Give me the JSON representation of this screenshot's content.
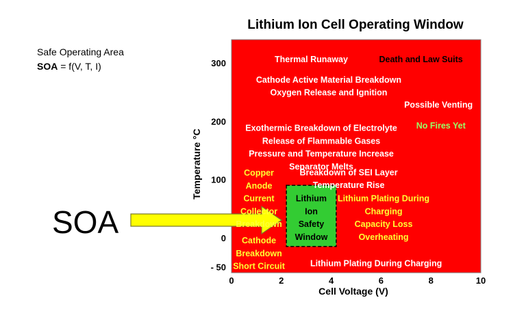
{
  "side_note": {
    "line1": "Safe Operating Area",
    "soa_bold": "SOA",
    "soa_rest": " = f(V, T, I)"
  },
  "soa_label": "SOA",
  "colors": {
    "danger_region": "#ff0000",
    "safe_window": "#33cc33",
    "white_text": "#ffffff",
    "yellow_text": "#ffff33",
    "light_green_text": "#99ff66",
    "arrow": "#ffff00"
  },
  "chart_data": {
    "type": "region-diagram",
    "title": "Lithium Ion Cell Operating Window",
    "xlabel": "Cell Voltage (V)",
    "ylabel": "Temperature °C",
    "xlim": [
      0,
      10
    ],
    "ylim": [
      -60,
      340
    ],
    "x_ticks": [
      "0",
      "2",
      "4",
      "6",
      "8",
      "10"
    ],
    "y_ticks": [
      "300",
      "200",
      "100",
      "0",
      "- 50"
    ],
    "regions": [
      {
        "name": "danger",
        "x": [
          0,
          10
        ],
        "y": [
          -60,
          340
        ],
        "color": "#ff0000"
      },
      {
        "name": "Lithium Ion Safety Window",
        "x": [
          2.2,
          4.2
        ],
        "y": [
          -15,
          90
        ],
        "color": "#33cc33"
      }
    ],
    "annotations": [
      {
        "text": "Thermal Runaway",
        "x": 3.2,
        "y": 306,
        "color": "white"
      },
      {
        "text": "Death and Law Suits",
        "x": 7.6,
        "y": 306,
        "color": "black"
      },
      {
        "text": "Cathode Active Material Breakdown",
        "x": 3.9,
        "y": 271,
        "color": "white"
      },
      {
        "text": "Oxygen Release and Ignition",
        "x": 3.9,
        "y": 249,
        "color": "white"
      },
      {
        "text": "Possible Venting",
        "x": 8.3,
        "y": 228,
        "color": "white"
      },
      {
        "text": "Exothermic Breakdown of Electrolyte",
        "x": 3.6,
        "y": 188,
        "color": "white"
      },
      {
        "text": "Release of Flammable Gases",
        "x": 3.6,
        "y": 166,
        "color": "white"
      },
      {
        "text": "Pressure and Temperature Increase",
        "x": 3.6,
        "y": 144,
        "color": "white"
      },
      {
        "text": "Separator Melts",
        "x": 3.6,
        "y": 122,
        "color": "white"
      },
      {
        "text": "No Fires Yet",
        "x": 8.4,
        "y": 192,
        "color": "lightgreen"
      },
      {
        "text": "Breakdown of SEI Layer",
        "x": 4.7,
        "y": 112,
        "color": "white"
      },
      {
        "text": "Temperature Rise",
        "x": 4.7,
        "y": 90,
        "color": "white"
      },
      {
        "text": "Copper",
        "x": 1.1,
        "y": 111,
        "color": "yellow"
      },
      {
        "text": "Anode",
        "x": 1.1,
        "y": 89,
        "color": "yellow"
      },
      {
        "text": "Current",
        "x": 1.1,
        "y": 67,
        "color": "yellow"
      },
      {
        "text": "Collector",
        "x": 1.1,
        "y": 45,
        "color": "yellow"
      },
      {
        "text": "Breakdown",
        "x": 1.1,
        "y": 23,
        "color": "yellow"
      },
      {
        "text": "Cathode",
        "x": 1.1,
        "y": -5,
        "color": "yellow"
      },
      {
        "text": "Breakdown",
        "x": 1.1,
        "y": -27,
        "color": "yellow"
      },
      {
        "text": "Short Circuit",
        "x": 1.1,
        "y": -49,
        "color": "yellow"
      },
      {
        "text": "Lithium Plating During",
        "x": 6.1,
        "y": 67,
        "color": "yellow"
      },
      {
        "text": "Charging",
        "x": 6.1,
        "y": 45,
        "color": "yellow"
      },
      {
        "text": "Capacity Loss",
        "x": 6.1,
        "y": 23,
        "color": "yellow"
      },
      {
        "text": "Overheating",
        "x": 6.1,
        "y": 1,
        "color": "yellow"
      },
      {
        "text": "Lithium Plating During Charging",
        "x": 5.8,
        "y": -44,
        "color": "white"
      },
      {
        "text": "Lithium",
        "x": 3.2,
        "y": 67,
        "color": "black"
      },
      {
        "text": "Ion",
        "x": 3.2,
        "y": 45,
        "color": "black"
      },
      {
        "text": "Safety",
        "x": 3.2,
        "y": 23,
        "color": "black"
      },
      {
        "text": "Window",
        "x": 3.2,
        "y": 1,
        "color": "black"
      }
    ]
  }
}
